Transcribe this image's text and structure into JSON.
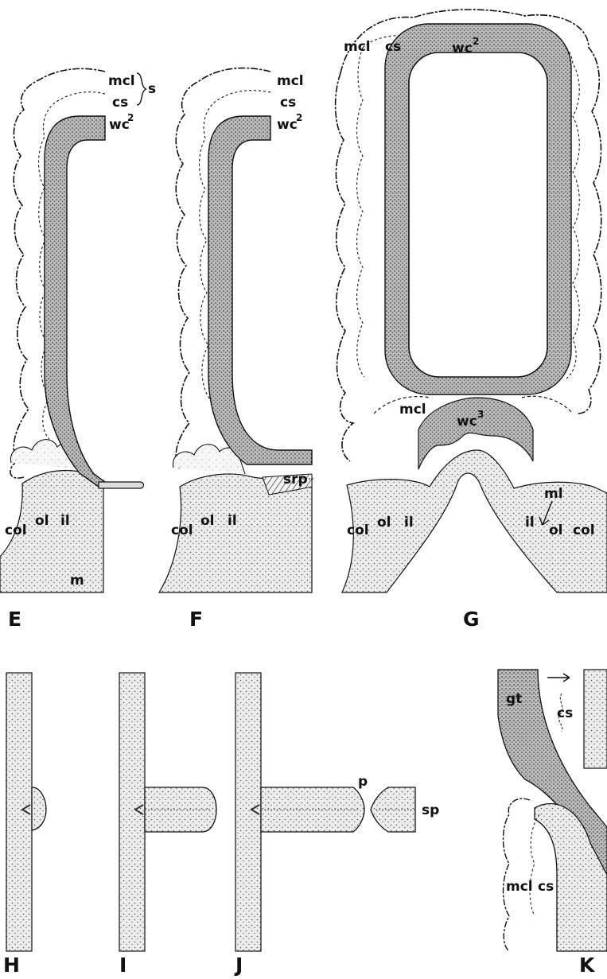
{
  "panels": {
    "E": {
      "letter": "E",
      "mcl": "mcl",
      "cs": "cs",
      "s": "s",
      "wc": "wc",
      "wc_sup": "2",
      "col": "col",
      "ol": "ol",
      "il": "il",
      "m": "m"
    },
    "F": {
      "letter": "F",
      "mcl": "mcl",
      "cs": "cs",
      "wc": "wc",
      "wc_sup": "2",
      "srp": "srp",
      "col": "col",
      "ol": "ol",
      "il": "il"
    },
    "G": {
      "letter": "G",
      "mcl_top": "mcl",
      "cs": "cs",
      "wc2": "wc",
      "wc2_sup": "2",
      "mcl_mid": "mcl",
      "wc3": "wc",
      "wc3_sup": "3",
      "ml": "ml",
      "col_left": "col",
      "ol_left": "ol",
      "il_left": "il",
      "il_right": "il",
      "ol_right": "ol",
      "col_right": "col"
    },
    "H": {
      "letter": "H"
    },
    "I": {
      "letter": "I"
    },
    "J": {
      "letter": "J",
      "p": "p",
      "sp": "sp"
    },
    "K": {
      "letter": "K",
      "gt": "gt",
      "cs_inset": "cs",
      "mcl": "mcl",
      "cs": "cs"
    }
  },
  "colors": {
    "ink": "#111111",
    "wall": "#c9c9c9",
    "wall_dark": "#a9a9a9",
    "tissue": "#e6e6e6"
  }
}
